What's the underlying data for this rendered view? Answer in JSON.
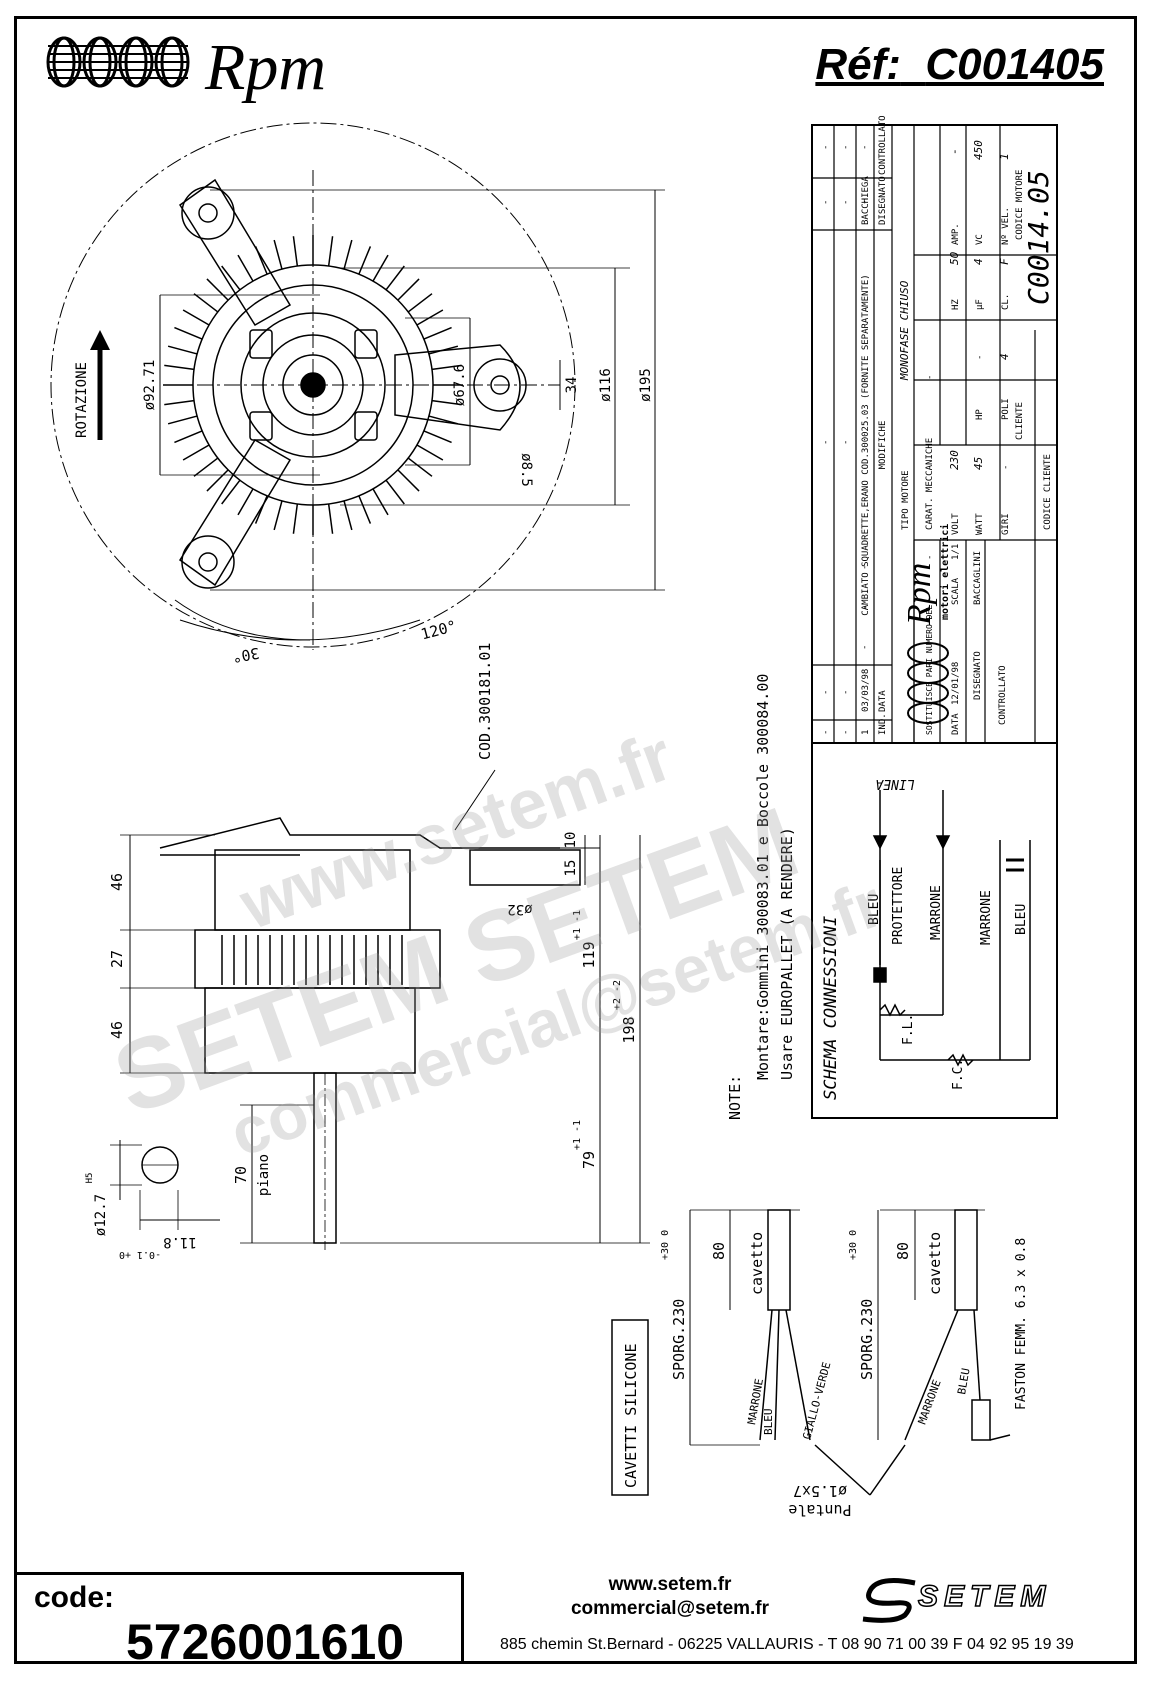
{
  "header": {
    "brand": "Rpm",
    "ref_label": "Réf:",
    "ref_value": "C001405"
  },
  "top_view": {
    "rotation_label": "ROTAZIONE",
    "dims": {
      "d92_71": "ø92.71",
      "d67_6": "ø67.6",
      "d116": "ø116",
      "d195": "ø195",
      "d8_5": "ø8.5",
      "d34": "34",
      "angle_120": "120°",
      "angle_30": "30°"
    }
  },
  "side_view": {
    "cod_label": "COD.300181.01",
    "dims": {
      "d46a": "46",
      "d27": "27",
      "d46b": "46",
      "d15": "15",
      "d10": "10",
      "d32": "ø32",
      "d119": "119",
      "d119_tol": "+1 -1",
      "d198": "198",
      "d198_tol": "+2 -2",
      "d79": "79",
      "d79_tol": "+1 -1",
      "d70": "70",
      "piano": "piano",
      "d12_7": "ø12.7",
      "d12_7_tol": "H5",
      "d11_8": "11.8",
      "d11_8_tol": "-0.1 +0"
    }
  },
  "notes": {
    "title": "NOTE:",
    "line1": "Montare:Gommini 300083.01 e Boccole 300084.00",
    "line2": "Usare EUROPALLET (A RENDERE)"
  },
  "title_block": {
    "rev_rows": [
      {
        "ind": "-",
        "data": "-",
        "modifiche": "-",
        "disegnato": "-",
        "controllato": "-"
      },
      {
        "ind": "-",
        "data": "-",
        "modifiche": "-",
        "disegnato": "-",
        "controllato": "-"
      },
      {
        "ind": "-",
        "data": "-",
        "modifiche": "-",
        "disegnato": "-",
        "controllato": "-"
      },
      {
        "ind": "1",
        "data": "03/03/98",
        "modifiche": "CAMBIATO SQUADRETTE,ERANO COD.300025.03 (FORNITE SEPARATAMENTE)",
        "disegnato": "BACCHIEGA",
        "controllato": ""
      }
    ],
    "rev_headers": {
      "ind": "IND.",
      "data": "DATA",
      "modifiche": "MODIFICHE",
      "disegnato": "DISEGNATO",
      "controllato": "CONTROLLATO"
    },
    "brand": "Rpm",
    "brand_sub": "motori elettrici",
    "tipo_motore_label": "TIPO MOTORE",
    "tipo_motore_value": "MONOFASE CHIUSO",
    "carat_label": "CARAT. MECCANICHE",
    "carat_value": "-",
    "volt_label": "VOLT",
    "volt_value": "230",
    "hz_label": "HZ",
    "hz_value": "50",
    "amp_label": "AMP.",
    "amp_value": "-",
    "watt_label": "WATT",
    "watt_value": "45",
    "hp_label": "HP",
    "hp_value": "-",
    "uf_label": "µF",
    "uf_value": "4",
    "vc_label": "VC",
    "vc_value": "450",
    "giri_label": "GIRI",
    "giri_value": "-",
    "poli_label": "POLI",
    "poli_value": "4",
    "cl_label": "CL.",
    "cl_value": "F",
    "nvel_label": "Nº VEL.",
    "nvel_value": "1",
    "codice_motore_label": "CODICE MOTORE",
    "codice_motore_value": "C0014.05",
    "sostituisce_label": "SOSTITUISCE PARI NUMERO DEL",
    "sostituisce_value": "-",
    "data_label": "DATA",
    "data_value": "12/01/98",
    "scala_label": "SCALA",
    "scala_value": "1/1",
    "cliente_label": "CLIENTE",
    "disegnato_label": "DISEGNATO",
    "disegnato_value": "BACCAGLINI",
    "controllato_label": "CONTROLLATO",
    "codice_cliente_label": "CODICE CLIENTE"
  },
  "schema": {
    "title": "SCHEMA CONNESSIONI",
    "linea": "LINEA",
    "bleu1": "BLEU",
    "protettore": "PROTETTORE",
    "marrone1": "MARRONE",
    "marrone2": "MARRONE",
    "bleu2": "BLEU",
    "fl": "F.L.",
    "fc": "F.C."
  },
  "cables": {
    "cavetti_silicone": "CAVETTI SILICONE",
    "left": {
      "sporg": "SPORG.230",
      "sporg_tol": "+30 0",
      "d80": "80",
      "cavetto": "cavetto",
      "marrone": "MARRONE",
      "bleu": "BLEU",
      "giallo_verde": "GIALLO-VERDE"
    },
    "right": {
      "sporg": "SPORG.230",
      "sporg_tol": "+30 0",
      "d80": "80",
      "cavetto": "cavetto",
      "marrone": "MARRONE",
      "bleu": "BLEU",
      "faston": "FASTON FEMM. 6.3 x 0.8"
    },
    "puntale": "Puntale",
    "puntale_dim": "ø1.5x7"
  },
  "watermarks": {
    "w1": "www.setem.fr",
    "w2": "SETEM SETEM",
    "w3": "commercial@setem.fr"
  },
  "footer": {
    "code_label": "code:",
    "code_value": "5726001610",
    "website": "www.setem.fr",
    "email": "commercial@setem.fr",
    "address": "885 chemin St.Bernard  -  06225 VALLAURIS  -  T 08 90 71 00 39   F 04 92 95 19 39",
    "setem_logo": "SETEM"
  }
}
